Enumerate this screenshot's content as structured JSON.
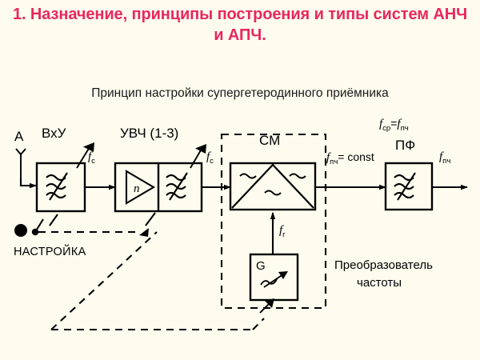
{
  "slide": {
    "background_color": "#fdfcef",
    "title": "1. Назначение, принципы построения  и типы систем АНЧ и АПЧ.",
    "title_color": "#e8285f",
    "subtitle": "Принцип настройки супергетеродинного приёмника"
  },
  "diagram": {
    "type": "block-diagram",
    "blocks": [
      {
        "id": "antenna",
        "label": "A",
        "symbol": "antenna-icon"
      },
      {
        "id": "vhu",
        "label": "ВхУ",
        "symbol": "tunable-filter-icon",
        "tunable": true
      },
      {
        "id": "uvch",
        "label": "УВЧ (1-3)",
        "symbol": "amplifier-and-tunable-filter-icon",
        "amp_gain": "n",
        "tunable": true
      },
      {
        "id": "cm",
        "label": "СМ",
        "symbol": "mixer-icon"
      },
      {
        "id": "pf",
        "label": "ПФ",
        "symbol": "filter-icon",
        "tunable": false
      },
      {
        "id": "g",
        "label": "G",
        "symbol": "tunable-oscillator-icon",
        "tunable": true
      }
    ],
    "signals": {
      "fc_in": {
        "text": "f",
        "sub": "с"
      },
      "fc_mid": {
        "text": "f",
        "sub": "с"
      },
      "fpch_const": {
        "text": "f",
        "sub": "пч",
        "eq": "= const"
      },
      "fpch_out": {
        "text": "f",
        "sub": "пч"
      },
      "fg": {
        "text": "f",
        "sub": "г"
      },
      "fsr_eq_fpch": {
        "text": "f",
        "sub": "ср",
        "eq": "=",
        "text2": "f",
        "sub2": "пч"
      }
    },
    "control": {
      "label": "НАСТРОЙКА",
      "symbol": "tuning-knob-icon"
    },
    "group_label": {
      "line1": "Преобразователь",
      "line2": "частоты"
    }
  }
}
